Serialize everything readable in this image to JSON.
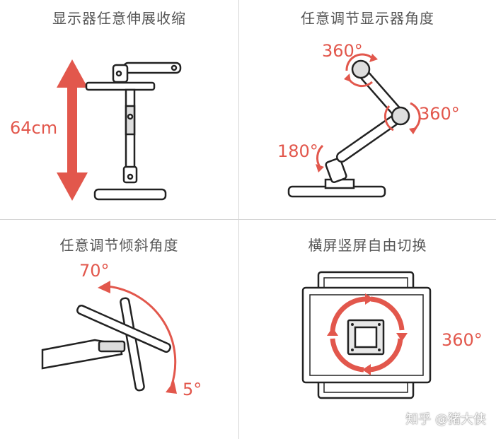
{
  "panels": {
    "extend": {
      "title": "显示器任意伸展收缩",
      "height_label": "64cm"
    },
    "rotate": {
      "title": "任意调节显示器角度",
      "top_label": "360°",
      "mid_label": "360°",
      "base_label": "180°"
    },
    "tilt": {
      "title": "任意调节倾斜角度",
      "up_label": "70°",
      "down_label": "5°"
    },
    "pivot": {
      "title": "横屏竖屏自由切换",
      "angle_label": "360°"
    }
  },
  "watermark": "知乎 @猪大侠",
  "colors": {
    "accent": "#e2574c",
    "stroke": "#222222",
    "divider": "#d6d6d6"
  }
}
